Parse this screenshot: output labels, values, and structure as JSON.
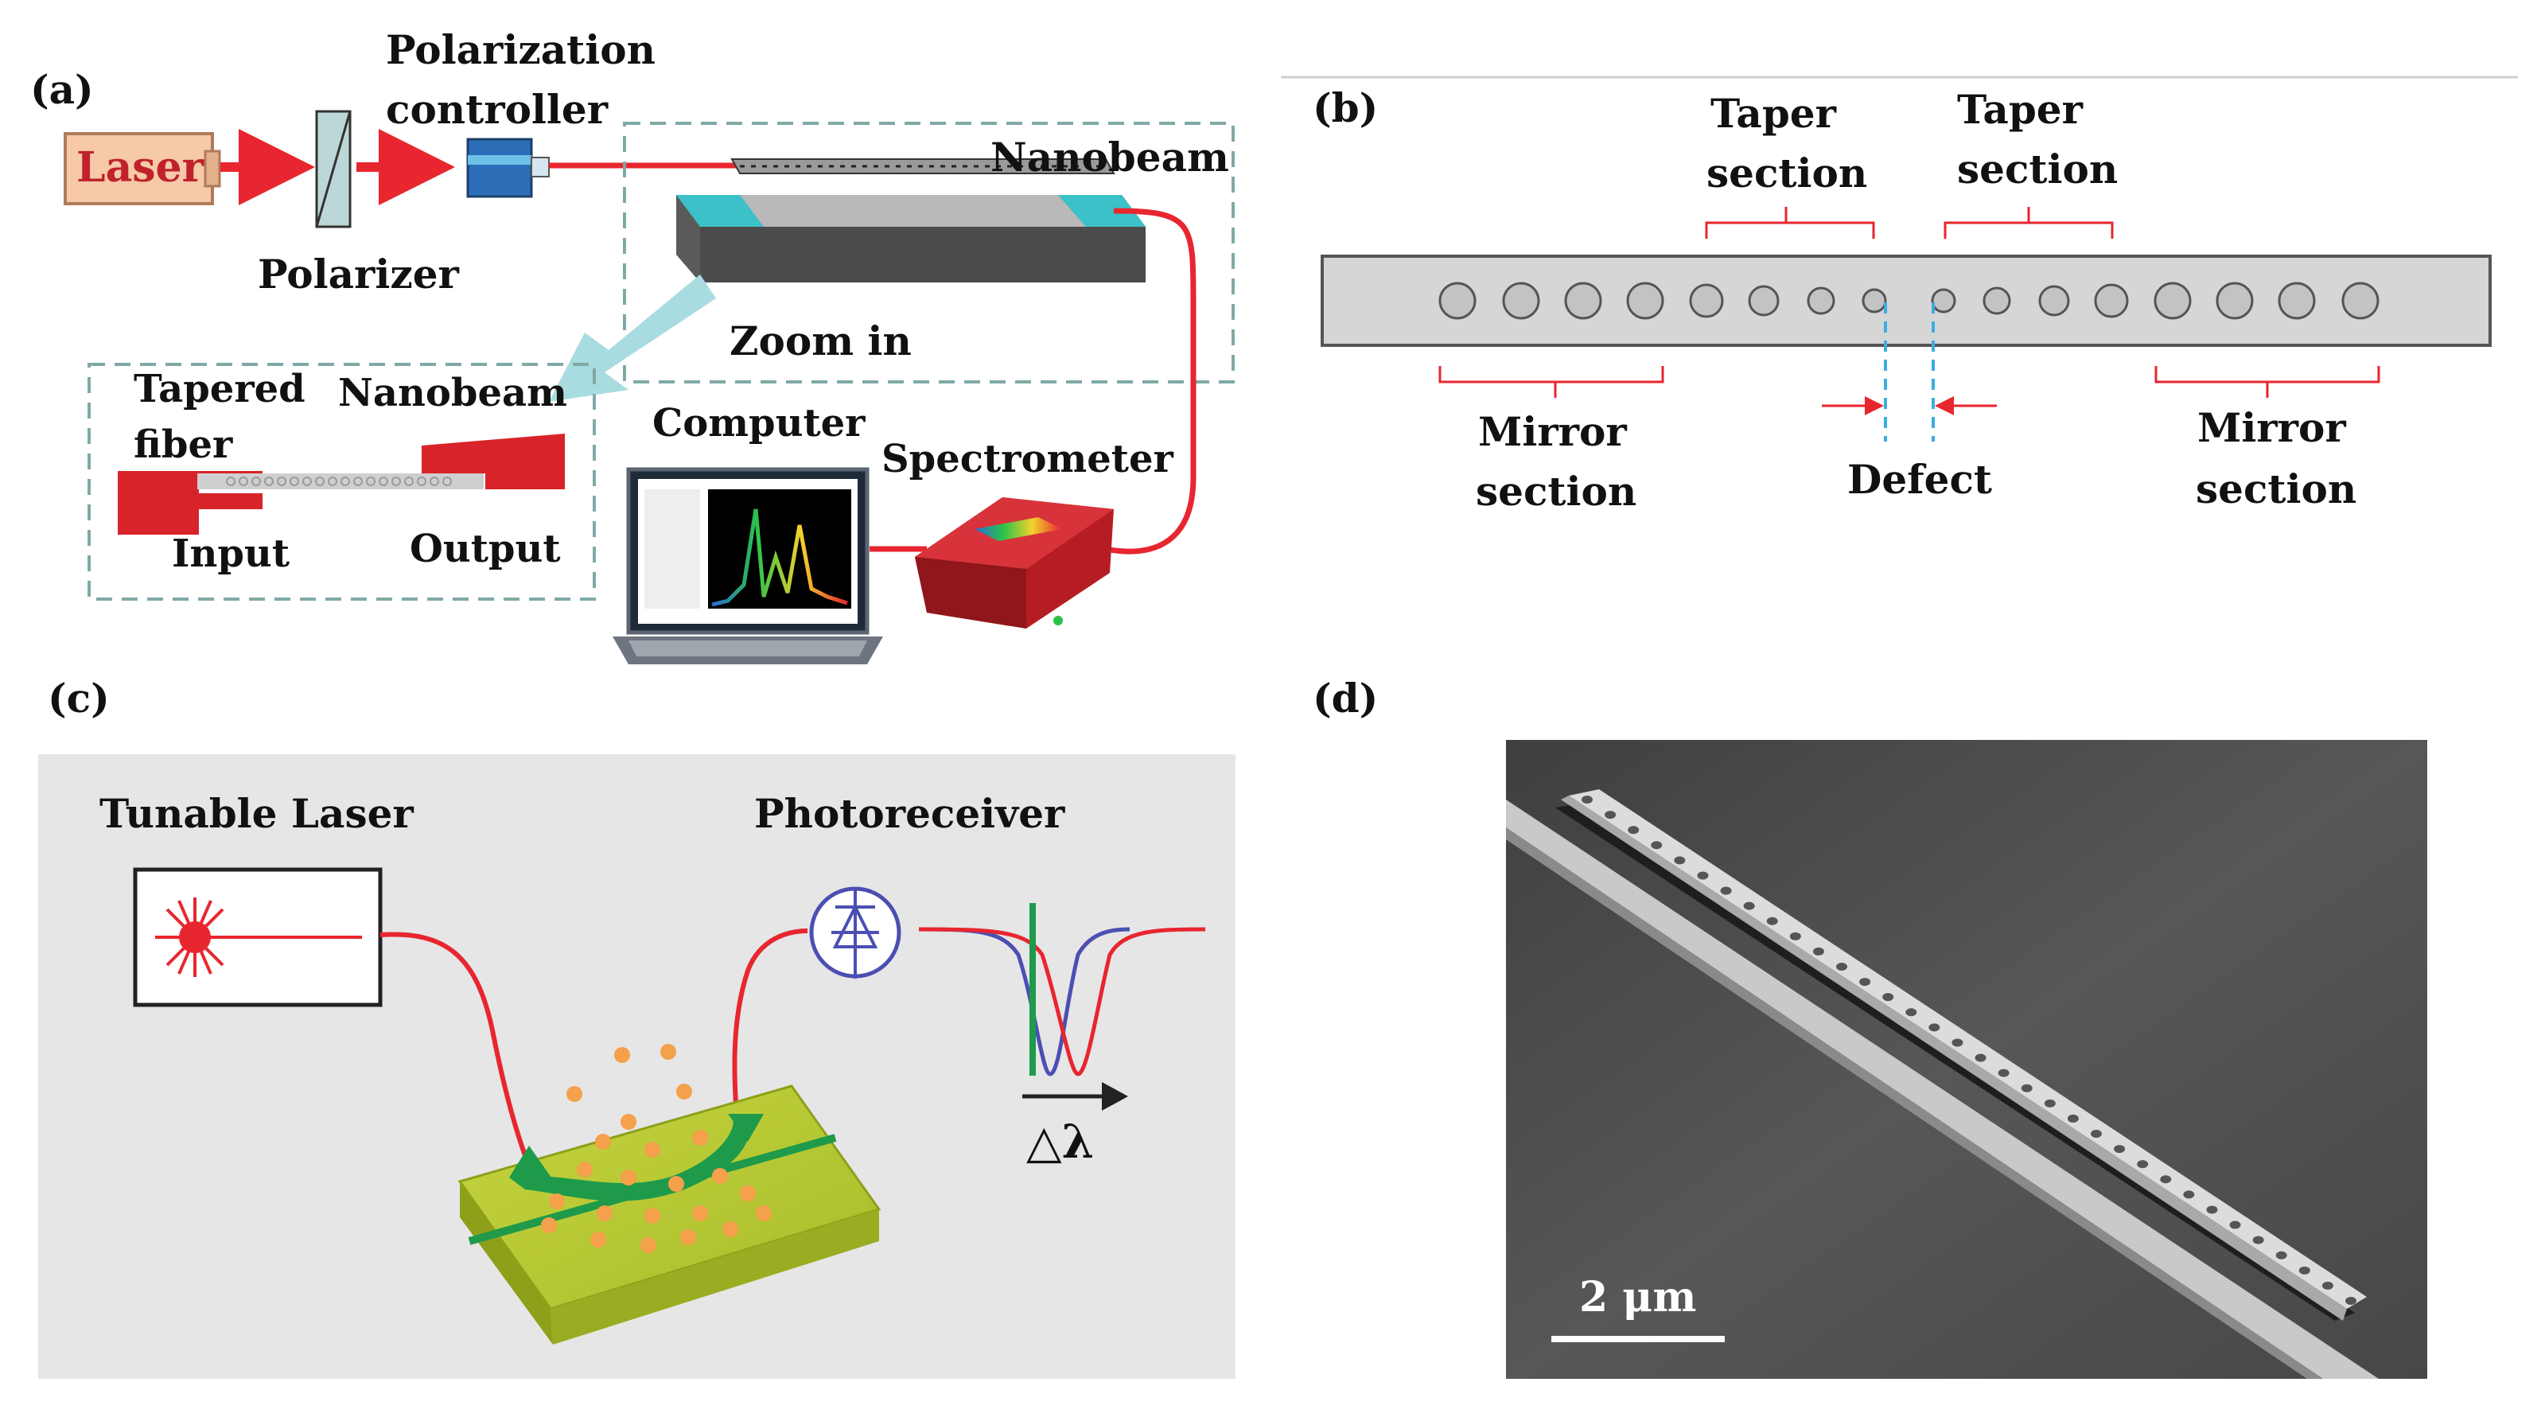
{
  "panels": {
    "a": {
      "label": "(a)",
      "laser": "Laser",
      "polarization_line1": "Polarization",
      "polarization_line2": "controller",
      "polarizer": "Polarizer",
      "nanobeam": "Nanobeam",
      "zoom_in": "Zoom in",
      "tapered_line1": "Tapered",
      "tapered_line2": "fiber",
      "nanobeam_inset": "Nanobeam",
      "input": "Input",
      "output": "Output",
      "computer": "Computer",
      "spectrometer": "Spectrometer"
    },
    "b": {
      "label": "(b)",
      "taper_left_line1": "Taper",
      "taper_left_line2": "section",
      "taper_right_line1": "Taper",
      "taper_right_line2": "section",
      "mirror_left_line1": "Mirror",
      "mirror_left_line2": "section",
      "mirror_right_line1": "Mirror",
      "mirror_right_line2": "section",
      "defect": "Defect"
    },
    "c": {
      "label": "(c)",
      "tunable_laser": "Tunable Laser",
      "photoreceiver": "Photoreceiver",
      "delta_lambda": "△λ"
    },
    "d": {
      "label": "(d)",
      "scale_bar": "2 μm"
    }
  },
  "colors": {
    "fiber_red": "#e8262f",
    "laser_box": "#f6c9a8",
    "panel_c_bg": "#e6e6e6",
    "chip_yellow": "#b7c933",
    "chip_green": "#1e9a4a",
    "particle_orange": "#f5a04a",
    "dashed_teal": "#7fa9a6",
    "sem_bg": "#4a4a4a"
  },
  "icons": [
    "laser-icon",
    "polarizer-icon",
    "polarization-controller-icon",
    "computer-icon",
    "spectrometer-icon",
    "photodiode-icon",
    "laser-star-icon"
  ]
}
